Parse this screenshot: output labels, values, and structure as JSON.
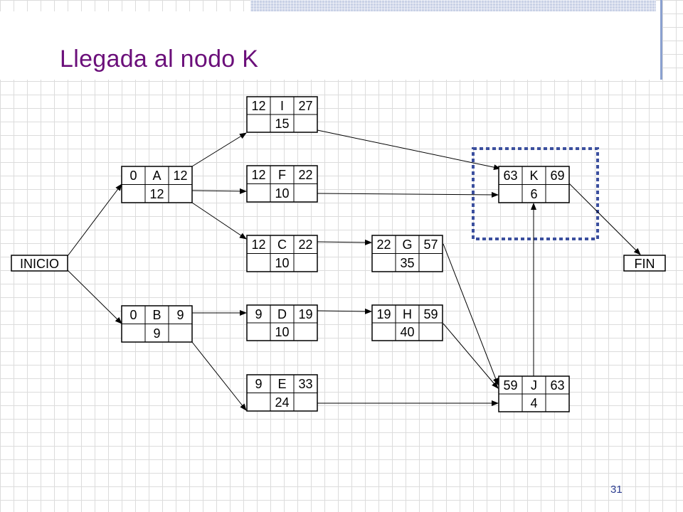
{
  "slide": {
    "title": "Llegada al nodo K",
    "page_number": "31"
  },
  "colors": {
    "title": "#6b0f7a",
    "highlight_border": "#3b4f9e",
    "page_number": "#2a3b8f"
  },
  "diagram": {
    "terminals": {
      "start": "INICIO",
      "end": "FIN"
    },
    "nodes": {
      "A": {
        "name": "A",
        "es": "0",
        "ef": "12",
        "dur": "12"
      },
      "B": {
        "name": "B",
        "es": "0",
        "ef": "9",
        "dur": "9"
      },
      "I": {
        "name": "I",
        "es": "12",
        "ef": "27",
        "dur": "15"
      },
      "F": {
        "name": "F",
        "es": "12",
        "ef": "22",
        "dur": "10"
      },
      "C": {
        "name": "C",
        "es": "12",
        "ef": "22",
        "dur": "10"
      },
      "D": {
        "name": "D",
        "es": "9",
        "ef": "19",
        "dur": "10"
      },
      "E": {
        "name": "E",
        "es": "9",
        "ef": "33",
        "dur": "24"
      },
      "G": {
        "name": "G",
        "es": "22",
        "ef": "57",
        "dur": "35"
      },
      "H": {
        "name": "H",
        "es": "19",
        "ef": "59",
        "dur": "40"
      },
      "K": {
        "name": "K",
        "es": "63",
        "ef": "69",
        "dur": "6"
      },
      "J": {
        "name": "J",
        "es": "59",
        "ef": "63",
        "dur": "4"
      }
    },
    "edges": [
      [
        "INICIO",
        "A"
      ],
      [
        "INICIO",
        "B"
      ],
      [
        "A",
        "I"
      ],
      [
        "A",
        "F"
      ],
      [
        "A",
        "C"
      ],
      [
        "B",
        "D"
      ],
      [
        "B",
        "E"
      ],
      [
        "C",
        "G"
      ],
      [
        "D",
        "H"
      ],
      [
        "I",
        "K"
      ],
      [
        "F",
        "K"
      ],
      [
        "G",
        "J"
      ],
      [
        "H",
        "J"
      ],
      [
        "E",
        "J"
      ],
      [
        "J",
        "K"
      ],
      [
        "K",
        "FIN"
      ]
    ],
    "highlighted_node": "K"
  }
}
